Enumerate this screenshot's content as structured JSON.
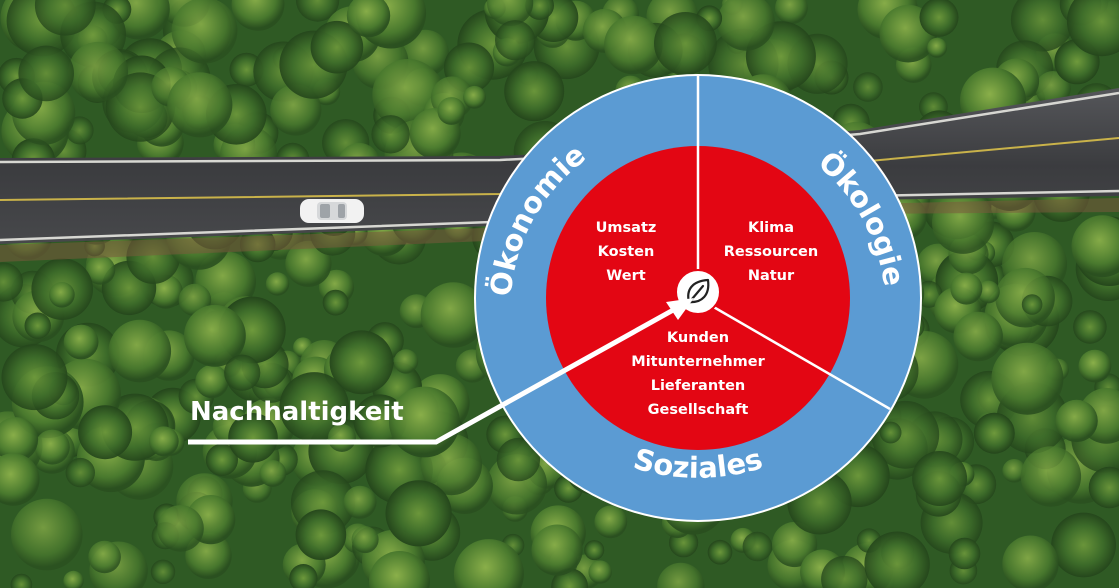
{
  "colors": {
    "forest": "#2f5a24",
    "road": "#3e3f41",
    "ring": "#5b9bd3",
    "core": "#e30613",
    "separator": "#ffffff",
    "text": "#ffffff"
  },
  "diagram": {
    "center_icon": "leaf-icon",
    "sections": [
      {
        "key": "oekonomie",
        "title": "Ökonomie",
        "items": [
          "Umsatz",
          "Kosten",
          "Wert"
        ]
      },
      {
        "key": "oekologie",
        "title": "Ökologie",
        "items": [
          "Klima",
          "Ressourcen",
          "Natur"
        ]
      },
      {
        "key": "soziales",
        "title": "Soziales",
        "items": [
          "Kunden",
          "Mitunternehmer",
          "Lieferanten",
          "Gesellschaft"
        ]
      }
    ],
    "callout": "Nachhaltigkeit"
  }
}
